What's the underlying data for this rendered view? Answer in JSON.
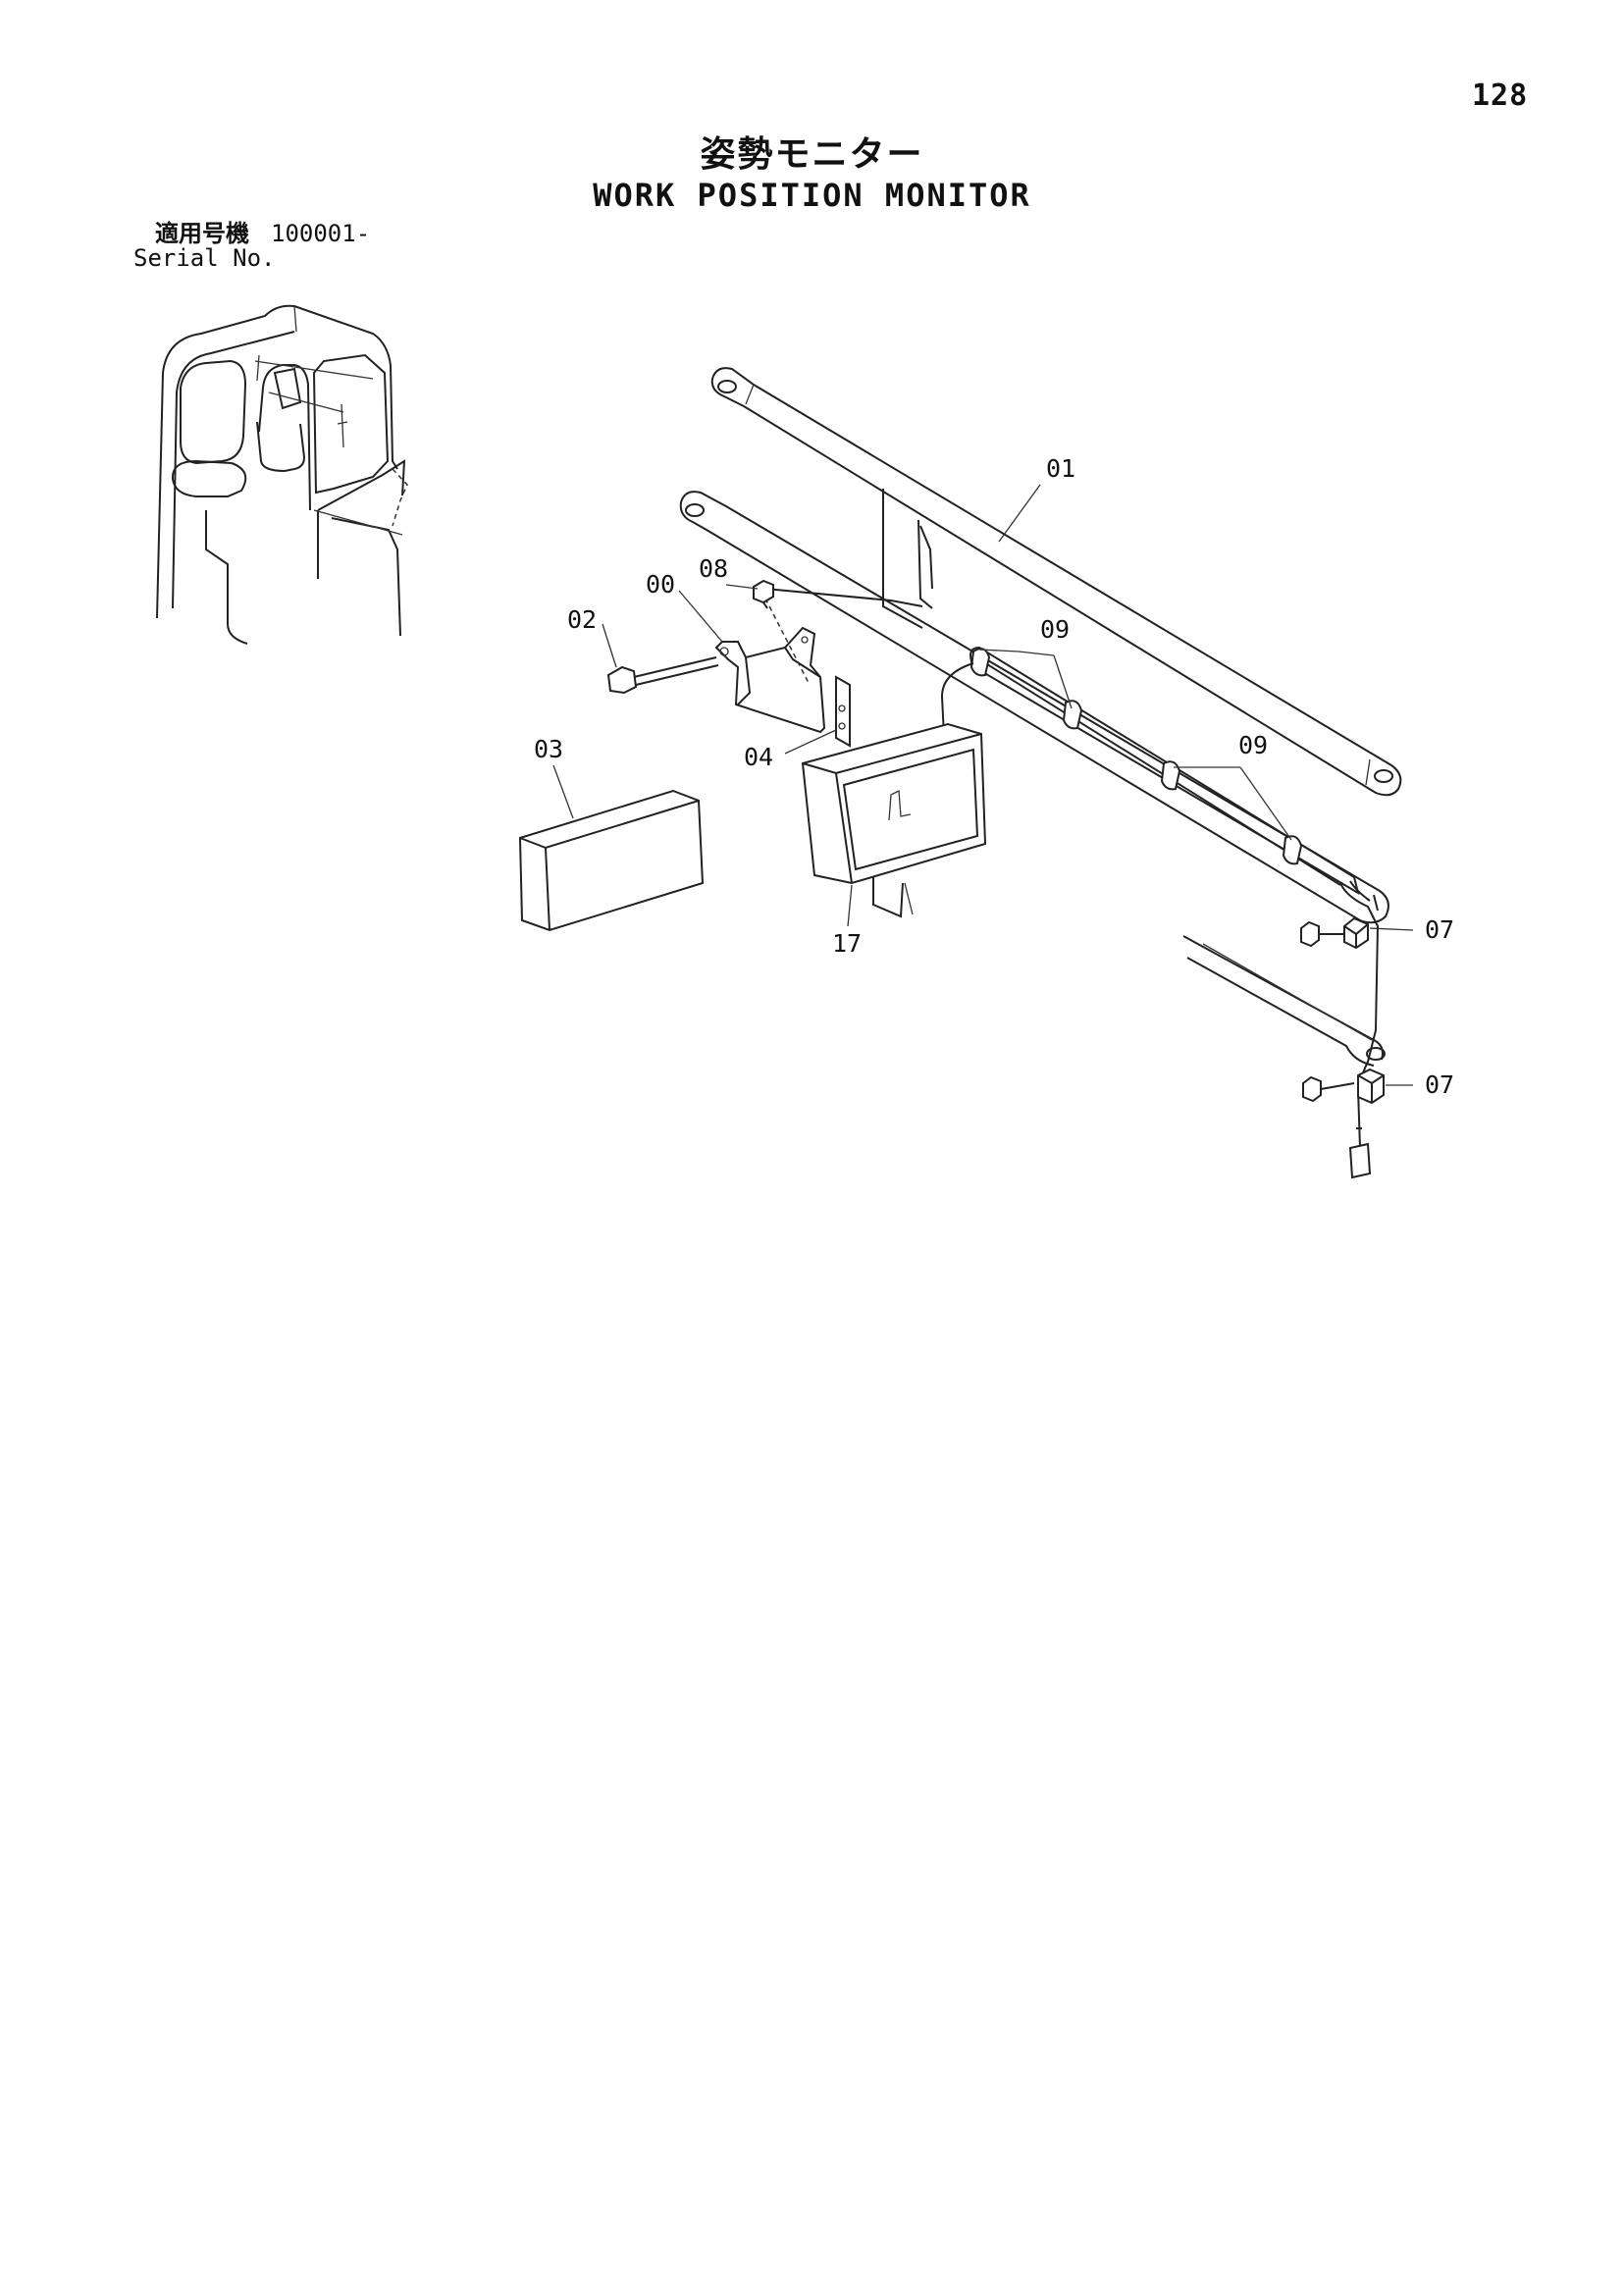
{
  "page_number": "128",
  "title_ja": "姿勢モニター",
  "title_en": "WORK POSITION MONITOR",
  "serial": {
    "label_ja": "適用号機",
    "label_en": "Serial No.",
    "value": "100001-"
  },
  "callouts": {
    "c00": "00",
    "c01": "01",
    "c02": "02",
    "c03": "03",
    "c04": "04",
    "c07a": "07",
    "c07b": "07",
    "c08": "08",
    "c09a": "09",
    "c09b": "09",
    "c17": "17"
  }
}
